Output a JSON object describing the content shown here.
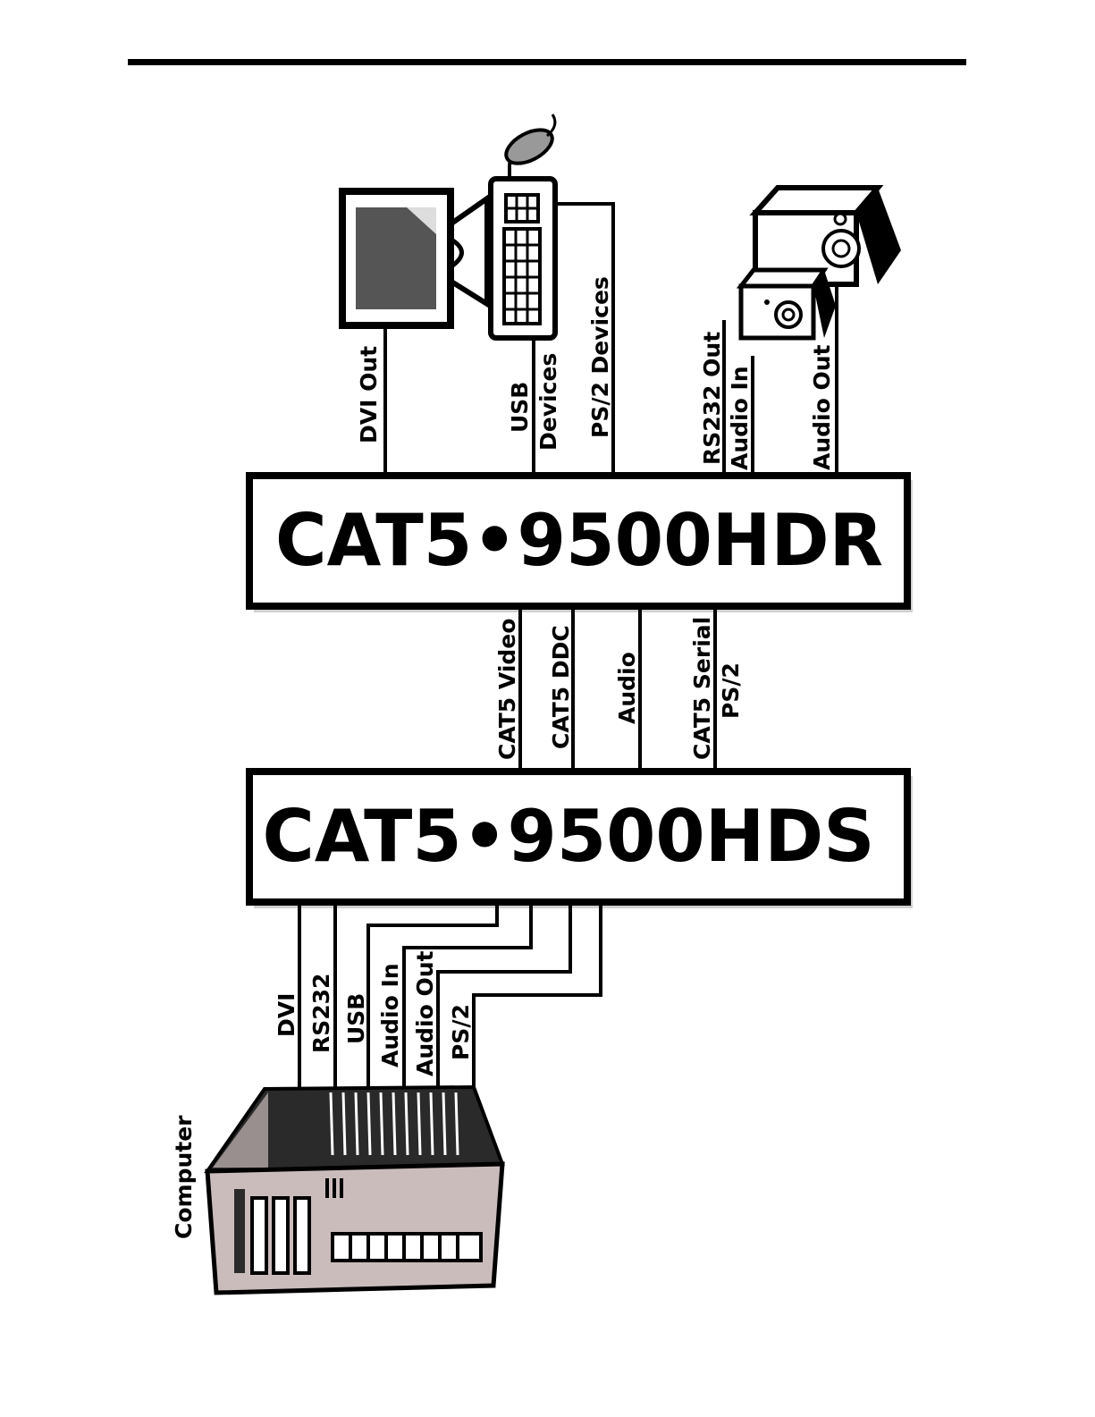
{
  "receiver": {
    "model": "CAT5•9500HDR",
    "outputs": [
      "DVI Out",
      "USB",
      "Devices",
      "PS/2 Devices",
      "RS232 Out",
      "Audio In",
      "Audio Out"
    ]
  },
  "links": {
    "cables": [
      "CAT5 Video",
      "CAT5 DDC",
      "Audio",
      "CAT5 Serial",
      "PS/2"
    ]
  },
  "sender": {
    "model": "CAT5•9500HDS",
    "inputs": [
      "DVI",
      "RS232",
      "USB",
      "Audio In",
      "Audio Out",
      "PS/2"
    ]
  },
  "computer": {
    "label": "Computer"
  },
  "peripherals": {
    "icons": [
      "monitor-icon",
      "keyboard-icon",
      "mouse-icon",
      "speaker-icon",
      "computer-icon"
    ]
  }
}
